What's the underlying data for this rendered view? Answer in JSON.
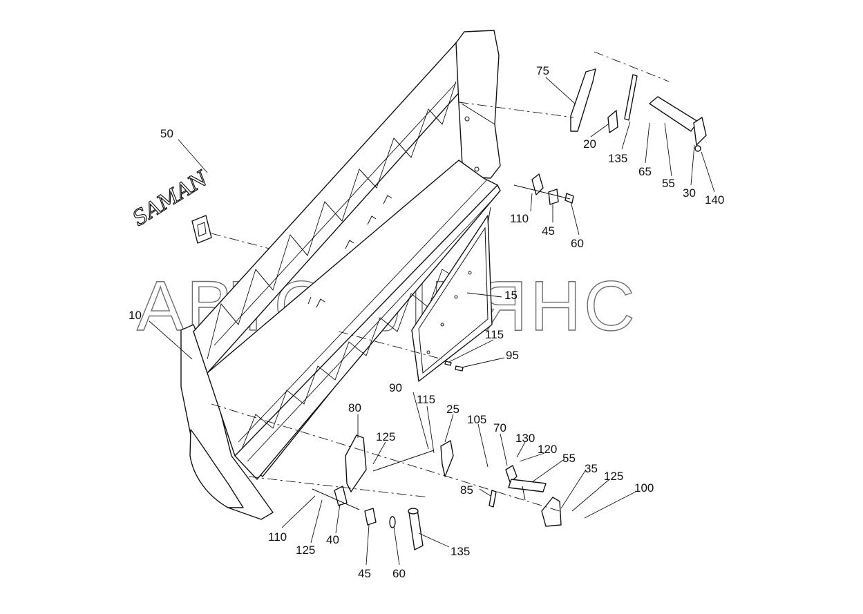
{
  "watermark": "АВТОАЛЬЯНС",
  "emblem_text": "SAMAN",
  "callouts": {
    "c10": "10",
    "c15": "15",
    "c20": "20",
    "c25": "25",
    "c30": "30",
    "c35": "35",
    "c40": "40",
    "c45a": "45",
    "c45b": "45",
    "c50": "50",
    "c55a": "55",
    "c55b": "55",
    "c60a": "60",
    "c60b": "60",
    "c65": "65",
    "c70": "70",
    "c75": "75",
    "c80": "80",
    "c85": "85",
    "c90": "90",
    "c95": "95",
    "c100": "100",
    "c105": "105",
    "c110a": "110",
    "c110b": "110",
    "c115a": "115",
    "c115b": "115",
    "c120": "120",
    "c125a": "125",
    "c125b": "125",
    "c125c": "125",
    "c130": "130",
    "c135a": "135",
    "c135b": "135",
    "c140": "140"
  }
}
